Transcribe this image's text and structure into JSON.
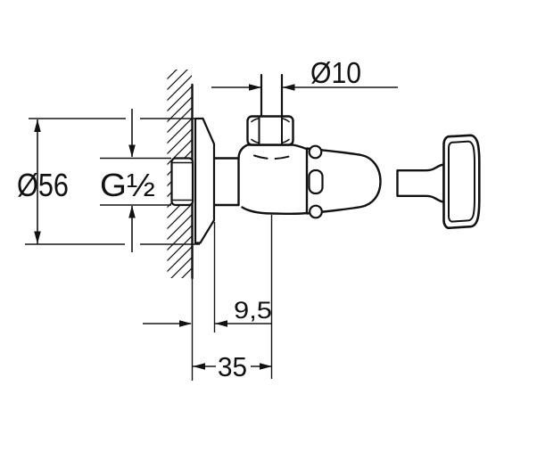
{
  "drawing": {
    "background_color": "#ffffff",
    "line_color": "#121212",
    "labels": {
      "pipe_diameter": "Ø10",
      "flange_diameter": "Ø56",
      "thread_size": "G½",
      "flange_depth": "9,5",
      "wall_to_pipe_axis": "35"
    }
  }
}
